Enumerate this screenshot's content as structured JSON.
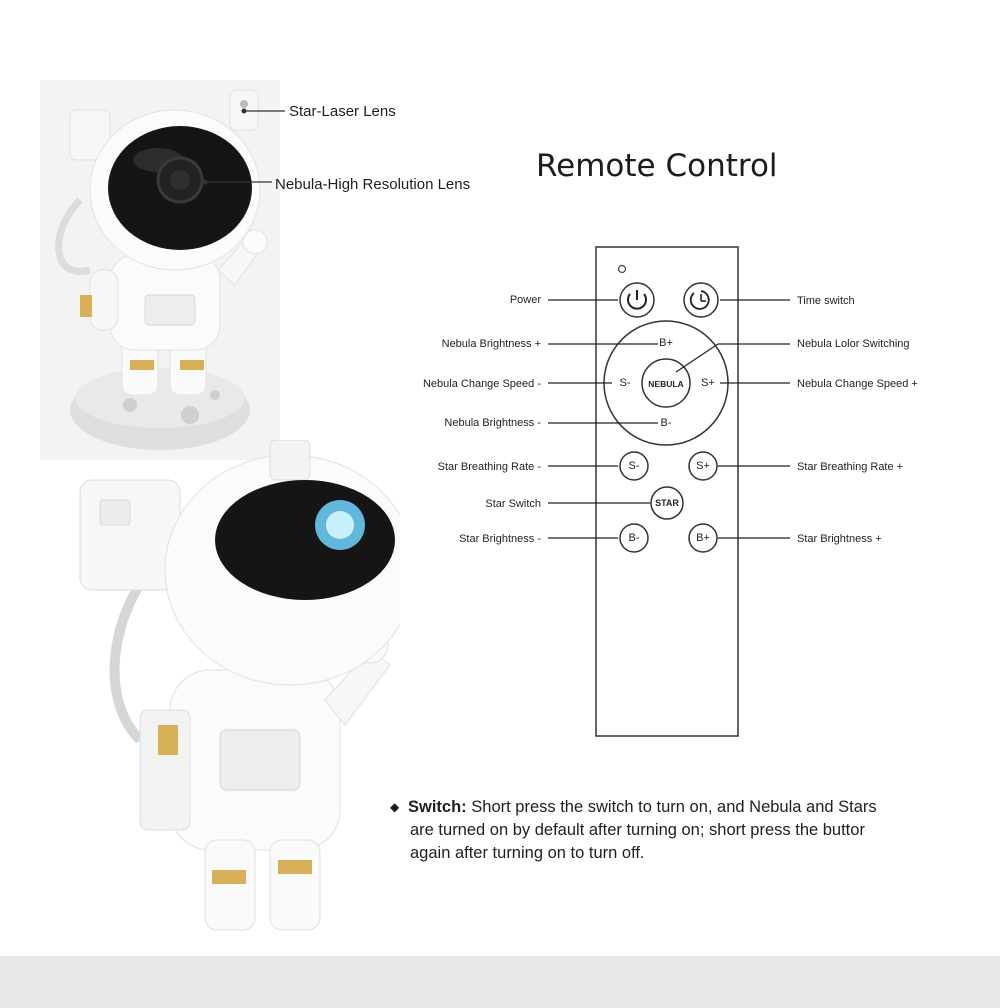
{
  "callouts": {
    "star_laser_lens": "Star-Laser Lens",
    "nebula_lens": "Nebula-High Resolution Lens"
  },
  "title": "Remote Control",
  "remote": {
    "buttons": {
      "nebula": "NEBULA",
      "b_plus_top": "B+",
      "b_minus_top": "B-",
      "s_minus_nebula": "S-",
      "s_plus_nebula": "S+",
      "s_minus_star": "S-",
      "s_plus_star": "S+",
      "star": "STAR",
      "b_minus_star": "B-",
      "b_plus_star": "B+"
    },
    "labels": {
      "power": "Power",
      "time_switch": "Time switch",
      "nebula_brightness_plus": "Nebula Brightness +",
      "nebula_color_switching": "Nebula Lolor Switching",
      "nebula_speed_minus": "Nebula Change Speed -",
      "nebula_speed_plus": "Nebula Change Speed +",
      "nebula_brightness_minus": "Nebula Brightness -",
      "star_breathing_minus": "Star Breathing Rate -",
      "star_breathing_plus": "Star Breathing Rate +",
      "star_switch": "Star Switch",
      "star_brightness_minus": "Star Brightness -",
      "star_brightness_plus": "Star Brightness +"
    }
  },
  "note": {
    "bullet": "◆",
    "heading": "Switch:",
    "line1": "Short press the switch to turn on, and Nebula and Stars",
    "line2": "are turned on by default after turning on; short press the buttor",
    "line3": "again after turning on to turn off."
  },
  "colors": {
    "accent_gold": "#d8b058",
    "visor": "#151515",
    "lens_glow": "#6fd3ff"
  }
}
